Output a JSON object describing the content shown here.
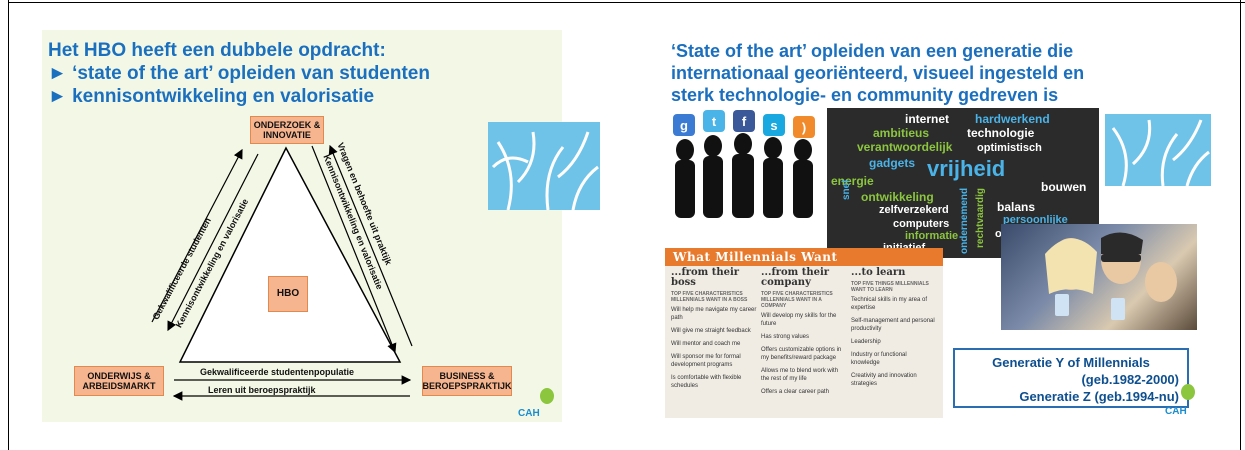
{
  "slide1": {
    "title": "Het HBO heeft een dubbele opdracht:",
    "bullets": [
      "►  ‘state of the art’ opleiden van studenten",
      "►  kennisontwikkeling en valorisatie"
    ],
    "nodes": {
      "top": "ONDERZOEK & INNOVATIE",
      "center": "HBO",
      "left": "ONDERWIJS & ARBEIDSMARKT",
      "right": "BUSINESS & BEROEPSPRAKTIJK"
    },
    "left_side_labels": [
      "Gekwalificeerde  studenten",
      "Kennisontwikkeling  en valorisatie"
    ],
    "right_side_labels": [
      "Vragen en behoefte uit praktijk",
      "Kennisontwikkeling  en valorisatie"
    ],
    "bottom_labels": [
      "Gekwalificeerde  studentenpopulatie",
      "Leren uit beroepspraktijk"
    ],
    "logo": "CAH"
  },
  "slide2": {
    "title_lines": [
      "‘State of the art’ opleiden van een generatie die",
      "internationaal georiënteerd, visueel ingesteld en",
      "sterk technologie- en community gedreven is"
    ],
    "social_icons": [
      "g",
      "t",
      "f",
      "s",
      "rss"
    ],
    "wordcloud": [
      "internet",
      "hardwerkend",
      "ambitieus",
      "technologie",
      "verantwoordelijk",
      "optimistisch",
      "gadgets",
      "vrijheid",
      "energie",
      "bouwen",
      "ontwikkeling",
      "snel",
      "balans",
      "zelfverzekerd",
      "persoonlijke",
      "computers",
      "online",
      "informatie",
      "initiatief",
      "ondernemend",
      "rechtvaardig"
    ],
    "millennials": {
      "title": "What Millennials Want",
      "columns": [
        {
          "head": "...from their boss",
          "sub": "TOP FIVE CHARACTERISTICS MILLENNIALS WANT IN A BOSS",
          "items": [
            "Will help me navigate my career path",
            "Will give me straight feedback",
            "Will mentor and coach me",
            "Will sponsor me for formal development programs",
            "Is comfortable with flexible schedules"
          ]
        },
        {
          "head": "...from their company",
          "sub": "TOP FIVE CHARACTERISTICS MILLENNIALS WANT IN A COMPANY",
          "items": [
            "Will develop my skills for the future",
            "Has strong values",
            "Offers customizable options in my benefits/reward package",
            "Allows me to blend work with the rest of my life",
            "Offers a clear career path"
          ]
        },
        {
          "head": "...to learn",
          "sub": "TOP FIVE THINGS MILLENNIALS WANT TO LEARN",
          "items": [
            "Technical skills in my area of expertise",
            "Self-management and personal productivity",
            "Leadership",
            "Industry or functional knowledge",
            "Creativity and innovation strategies"
          ]
        }
      ]
    },
    "generation": {
      "line1": "Generatie  Y of Millennials",
      "line2": "(geb.1982-2000)",
      "line3": "Generatie Z (geb.1994-nu)"
    },
    "logo": "CAH"
  },
  "colors": {
    "title_blue": "#1b6fbf",
    "node_fill": "#f7b58f",
    "accent_orange": "#e87a2e",
    "tree_blue": "#6fc3e8"
  }
}
